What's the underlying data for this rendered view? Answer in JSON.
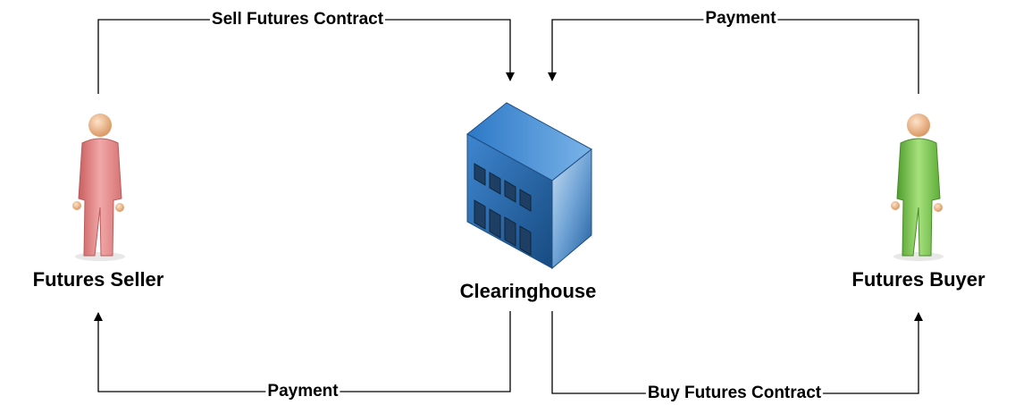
{
  "nodes": {
    "seller": {
      "label": "Futures Seller",
      "color": "#e88f8f"
    },
    "clearinghouse": {
      "label": "Clearinghouse",
      "color": "#3b7fc6"
    },
    "buyer": {
      "label": "Futures Buyer",
      "color": "#86cf57"
    }
  },
  "flows": {
    "seller_to_clearinghouse": "Sell Futures Contract",
    "buyer_to_clearinghouse": "Payment",
    "clearinghouse_to_seller": "Payment",
    "clearinghouse_to_buyer": "Buy Futures Contract"
  }
}
